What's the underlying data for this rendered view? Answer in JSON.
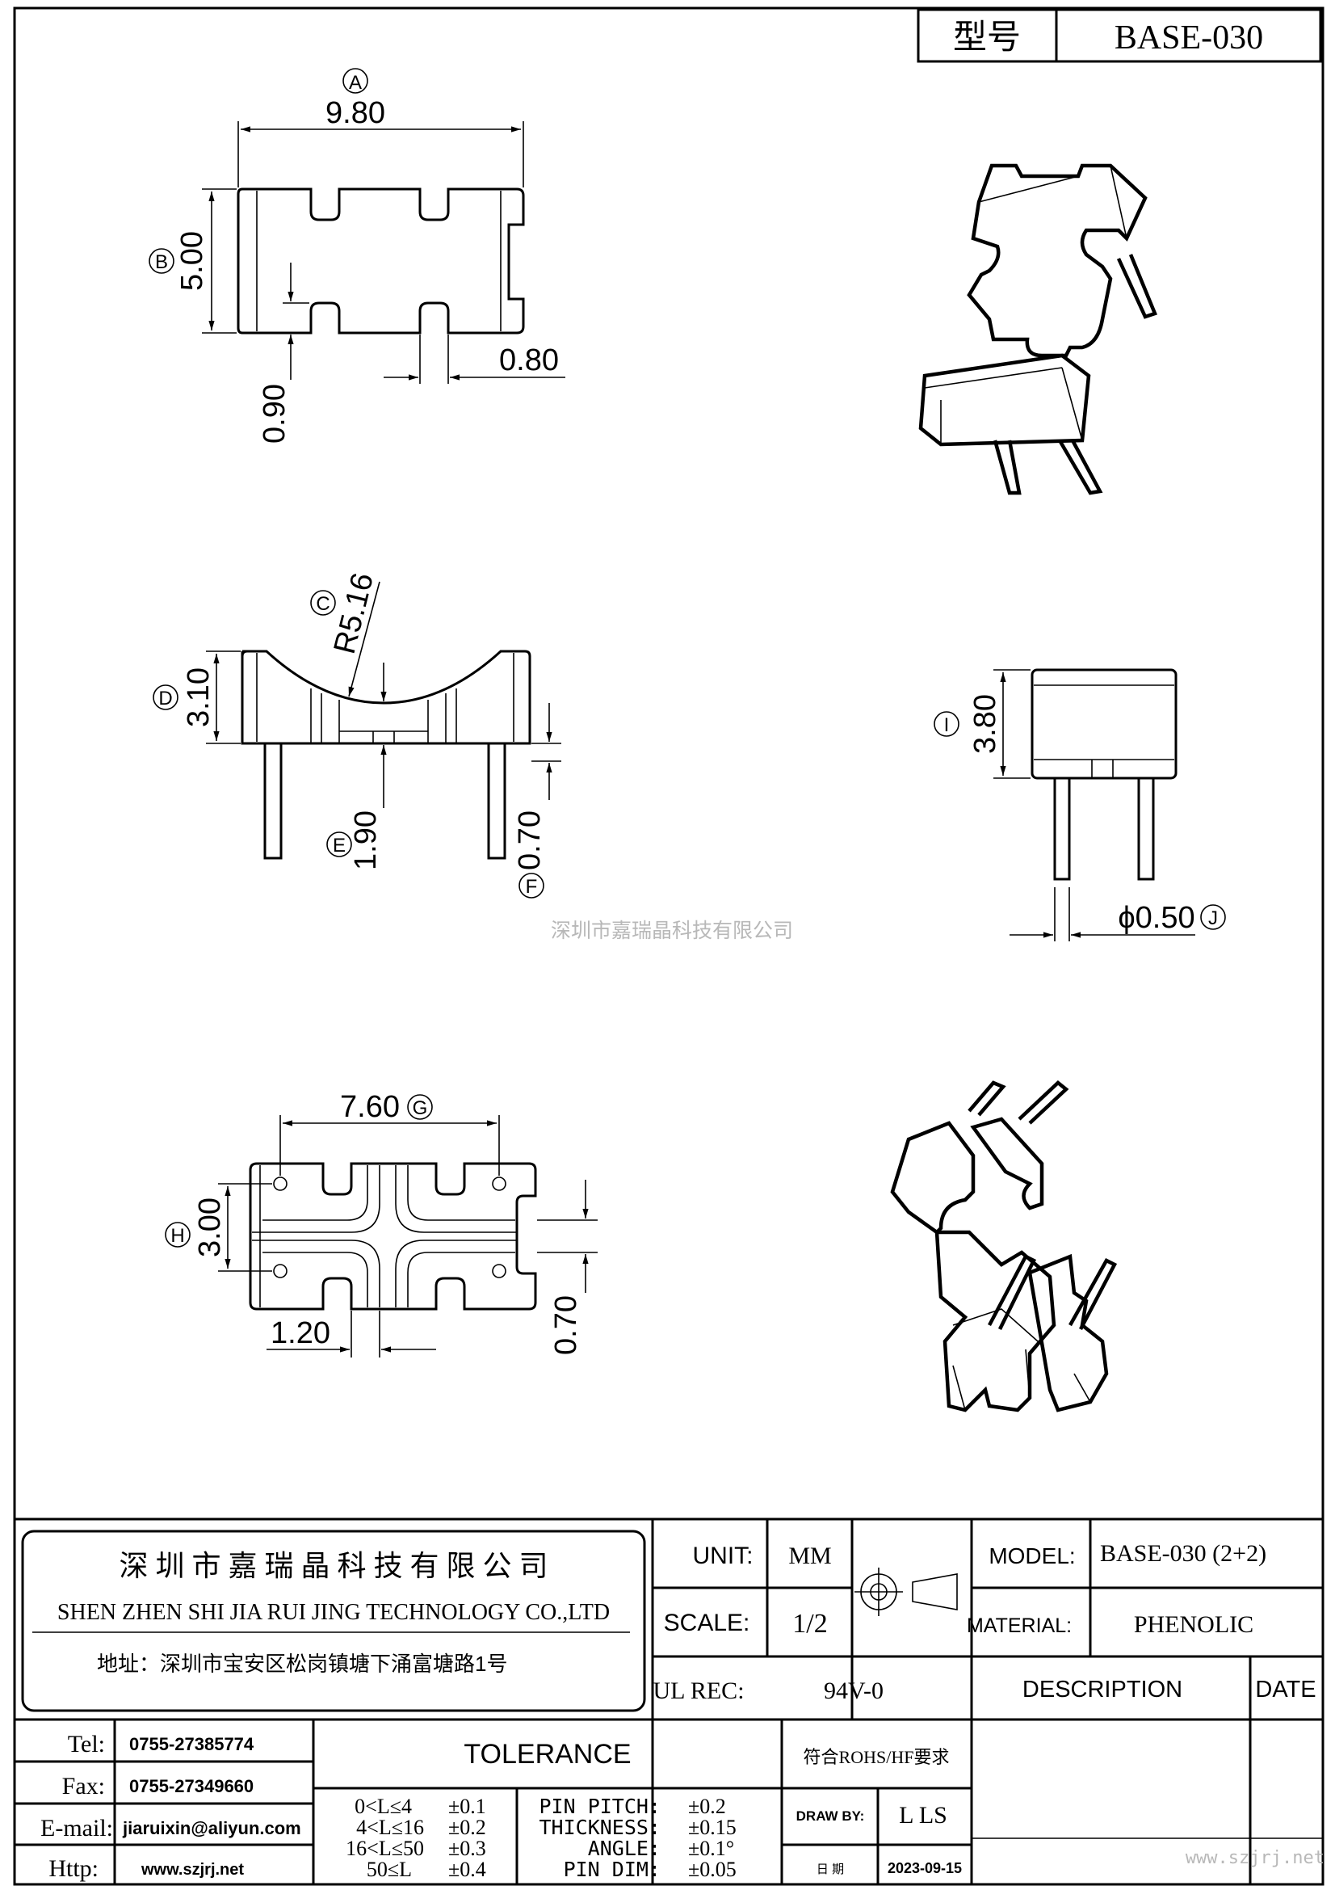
{
  "title_block": {
    "model_label": "型号",
    "model_value": "BASE-030"
  },
  "dimensions": {
    "a_label": "A",
    "a_value": "9.80",
    "b_label": "B",
    "b_value": "5.00",
    "slot_width": "0.80",
    "slot_depth": "0.90",
    "c_label": "C",
    "c_value": "R5.16",
    "d_label": "D",
    "d_value": "3.10",
    "e_label": "E",
    "e_value": "1.90",
    "f_label": "F",
    "f_value": "0.70",
    "i_label": "I",
    "i_value": "3.80",
    "j_label": "J",
    "j_value": "ϕ0.50",
    "g_label": "G",
    "g_value": "7.60",
    "h_label": "H",
    "h_value": "3.00",
    "bottom_offset": "1.20",
    "bottom_slot": "0.70"
  },
  "watermark_center": "深圳市嘉瑞晶科技有限公司",
  "company": {
    "name_cn": "深 圳 市 嘉 瑞 晶 科 技 有 限 公 司",
    "name_en": "SHEN ZHEN SHI   JIA RUI JING   TECHNOLOGY CO.,LTD",
    "address": "地址：深圳市宝安区松岗镇塘下涌富塘路1号"
  },
  "specs": {
    "unit_label": "UNIT:",
    "unit_value": "MM",
    "scale_label": "SCALE:",
    "scale_value": "1/2",
    "ul_label": "UL REC:",
    "ul_value": "94V-0",
    "model_label": "MODEL:",
    "model_value": "BASE-030 (2+2)",
    "material_label": "MATERIAL:",
    "material_value": "PHENOLIC",
    "description_label": "DESCRIPTION",
    "date_label": "DATE"
  },
  "contact": {
    "tel_label": "Tel:",
    "tel_value": "0755-27385774",
    "fax_label": "Fax:",
    "fax_value": "0755-27349660",
    "email_label": "E-mail:",
    "email_value": "jiaruixin@aliyun.com",
    "http_label": "Http:",
    "http_value": "www.szjrj.net"
  },
  "tolerance": {
    "header": "TOLERANCE",
    "ranges": [
      {
        "range": "0<L≤4",
        "value": "±0.1"
      },
      {
        "range": "4<L≤16",
        "value": "±0.2"
      },
      {
        "range": "16<L≤50",
        "value": "±0.3"
      },
      {
        "range": "50≤L",
        "value": "±0.4"
      }
    ],
    "items": [
      {
        "label": "PIN PITCH:",
        "value": "±0.2"
      },
      {
        "label": "THICKNESS:",
        "value": "±0.15"
      },
      {
        "label": "ANGLE:",
        "value": "±0.1°"
      },
      {
        "label": "PIN DIM:",
        "value": "±0.05"
      }
    ]
  },
  "compliance": "符合ROHS/HF要求",
  "draw_by_label": "DRAW BY:",
  "draw_by_value": "L LS",
  "date_cn_label": "日 期",
  "date_value": "2023-09-15",
  "watermark_url": "www.szjrj.net"
}
